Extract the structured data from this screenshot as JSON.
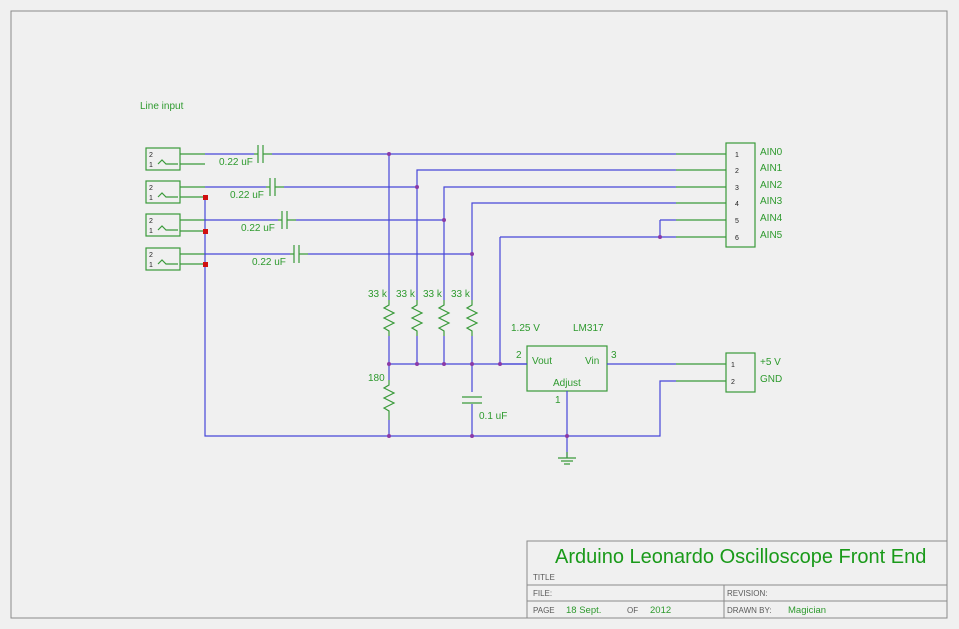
{
  "schematic": {
    "line_input_label": "Line input",
    "jack_pins": [
      "2",
      "1"
    ],
    "capacitors": [
      "0.22 uF",
      "0.22 uF",
      "0.22 uF",
      "0.22 uF"
    ],
    "resistors_33k": [
      "33 k",
      "33 k",
      "33 k",
      "33 k"
    ],
    "resistor_180": "180",
    "cap_01": "0.1 uF",
    "regulator": {
      "name": "LM317",
      "vout_value": "1.25 V",
      "pin_vout": "Vout",
      "pin_vin": "Vin",
      "pin_adjust": "Adjust",
      "pin_num_vout": "2",
      "pin_num_vin": "3",
      "pin_num_adjust": "1"
    },
    "analog_connector": {
      "pins": [
        "1",
        "2",
        "3",
        "4",
        "5",
        "6"
      ],
      "labels": [
        "AIN0",
        "AIN1",
        "AIN2",
        "AIN3",
        "AIN4",
        "AIN5"
      ]
    },
    "power_connector": {
      "pins": [
        "1",
        "2"
      ],
      "labels": [
        "+5 V",
        "GND"
      ]
    }
  },
  "title_block": {
    "title": "Arduino Leonardo Oscilloscope Front End",
    "title_field": "TITLE",
    "file_field": "FILE:",
    "revision_field": "REVISION:",
    "page_field": "PAGE",
    "page_value": "18 Sept.",
    "of_field": "OF",
    "of_value": "2012",
    "drawn_by_field": "DRAWN BY:",
    "drawn_by_value": "Magician"
  }
}
